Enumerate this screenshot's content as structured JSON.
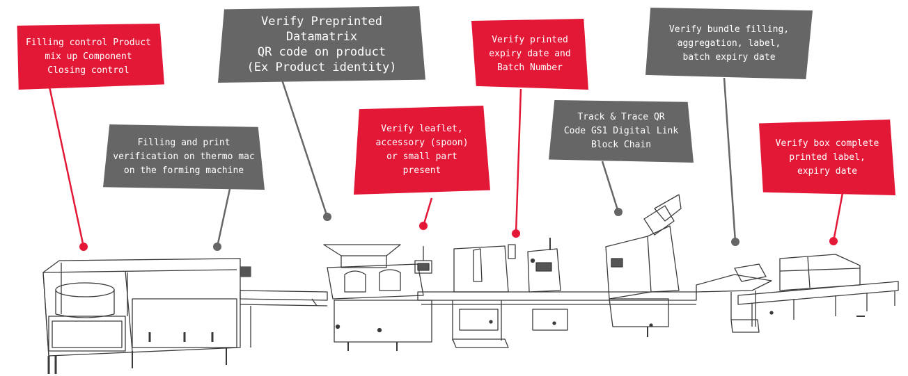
{
  "callouts": [
    {
      "id": "filling-control",
      "text": "Filling control Product\nmix up Component\nClosing control",
      "color": "#e31837"
    },
    {
      "id": "thermo-verification",
      "text": "Filling and print\nverification on thermo mac\non the forming machine",
      "color": "#666666"
    },
    {
      "id": "datamatrix",
      "text": "Verify Preprinted Datamatrix\nQR code on product\n(Ex Product identity)",
      "color": "#666666"
    },
    {
      "id": "leaflet",
      "text": "Verify leaflet,\naccessory (spoon)\nor small part\npresent",
      "color": "#e31837"
    },
    {
      "id": "expiry-batch",
      "text": "Verify printed\nexpiry date and\nBatch Number",
      "color": "#e31837"
    },
    {
      "id": "track-trace",
      "text": "Track & Trace QR\nCode GS1 Digital Link\nBlock Chain",
      "color": "#666666"
    },
    {
      "id": "bundle",
      "text": "Verify bundle filling,\naggregation, label,\nbatch expiry date",
      "color": "#666666"
    },
    {
      "id": "box-complete",
      "text": "Verify box complete\nprinted label,\nexpiry date",
      "color": "#e31837"
    }
  ],
  "colors": {
    "accent_red": "#e31837",
    "accent_gray": "#666666",
    "line_drawing": "#3a3a3a"
  }
}
